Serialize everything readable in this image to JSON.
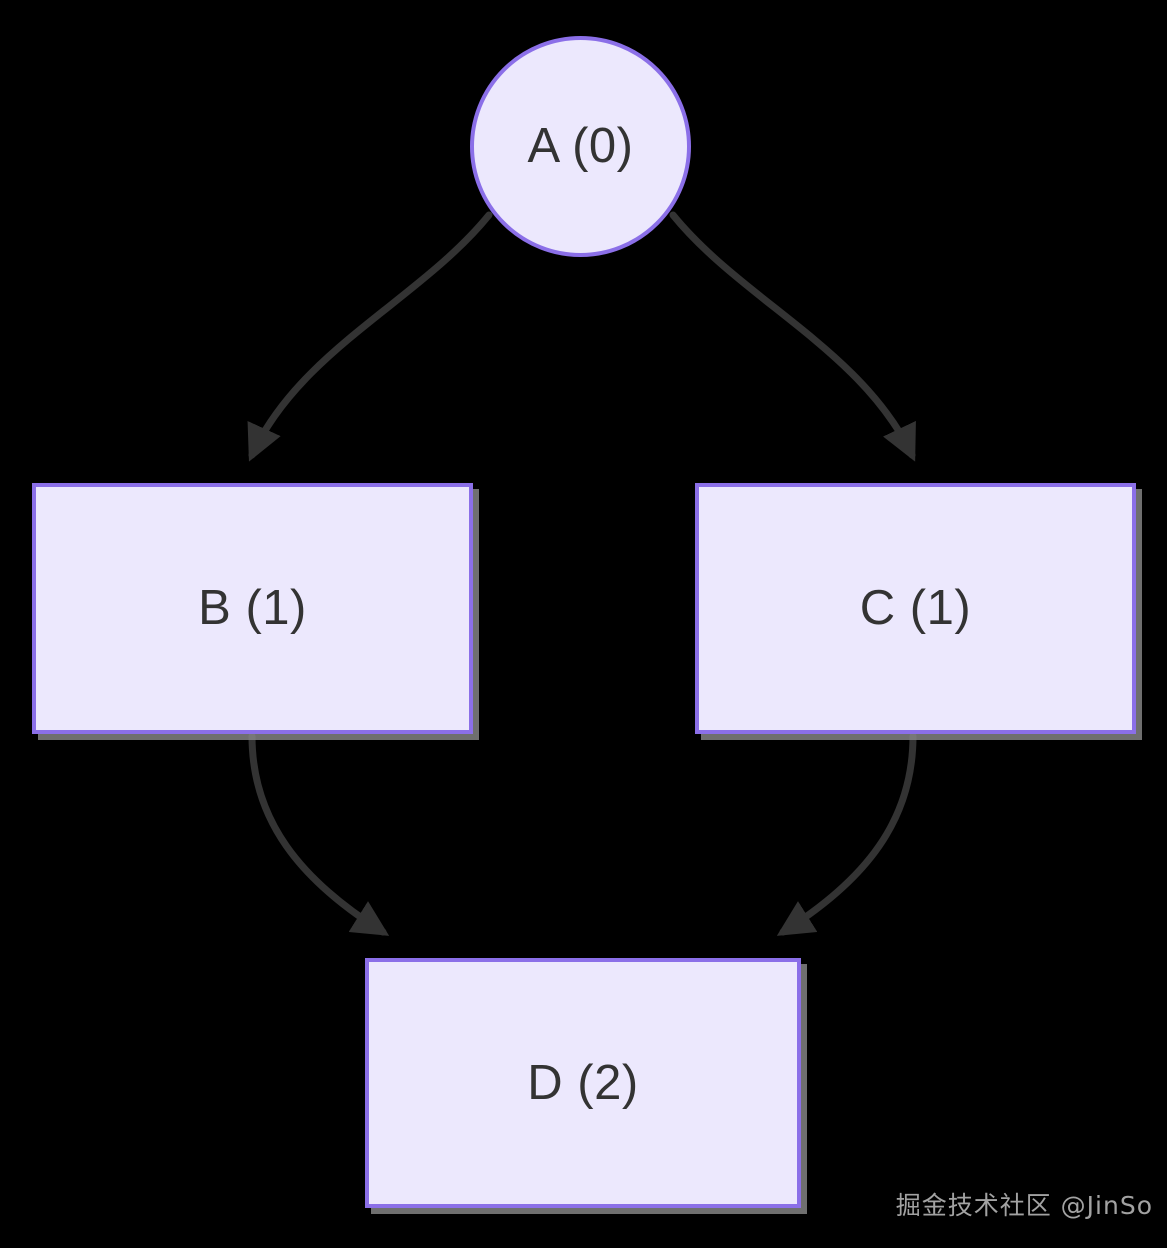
{
  "diagram": {
    "type": "flowchart-dag",
    "background_color": "#000000",
    "node_fill_color": "#ECE8FD",
    "node_border_color": "#8B6FE8",
    "node_text_color": "#333333",
    "edge_color": "#333333",
    "nodes": [
      {
        "id": "A",
        "label": "A (0)",
        "shape": "circle",
        "level": 0
      },
      {
        "id": "B",
        "label": "B (1)",
        "shape": "rectangle",
        "level": 1
      },
      {
        "id": "C",
        "label": "C (1)",
        "shape": "rectangle",
        "level": 1
      },
      {
        "id": "D",
        "label": "D (2)",
        "shape": "rectangle",
        "level": 2
      }
    ],
    "edges": [
      {
        "from": "A",
        "to": "B",
        "arrowhead": "solid-triangle"
      },
      {
        "from": "A",
        "to": "C",
        "arrowhead": "solid-triangle"
      },
      {
        "from": "B",
        "to": "D",
        "arrowhead": "solid-triangle"
      },
      {
        "from": "C",
        "to": "D",
        "arrowhead": "solid-triangle"
      }
    ]
  },
  "watermark": {
    "text": "掘金技术社区 @JinSo"
  }
}
